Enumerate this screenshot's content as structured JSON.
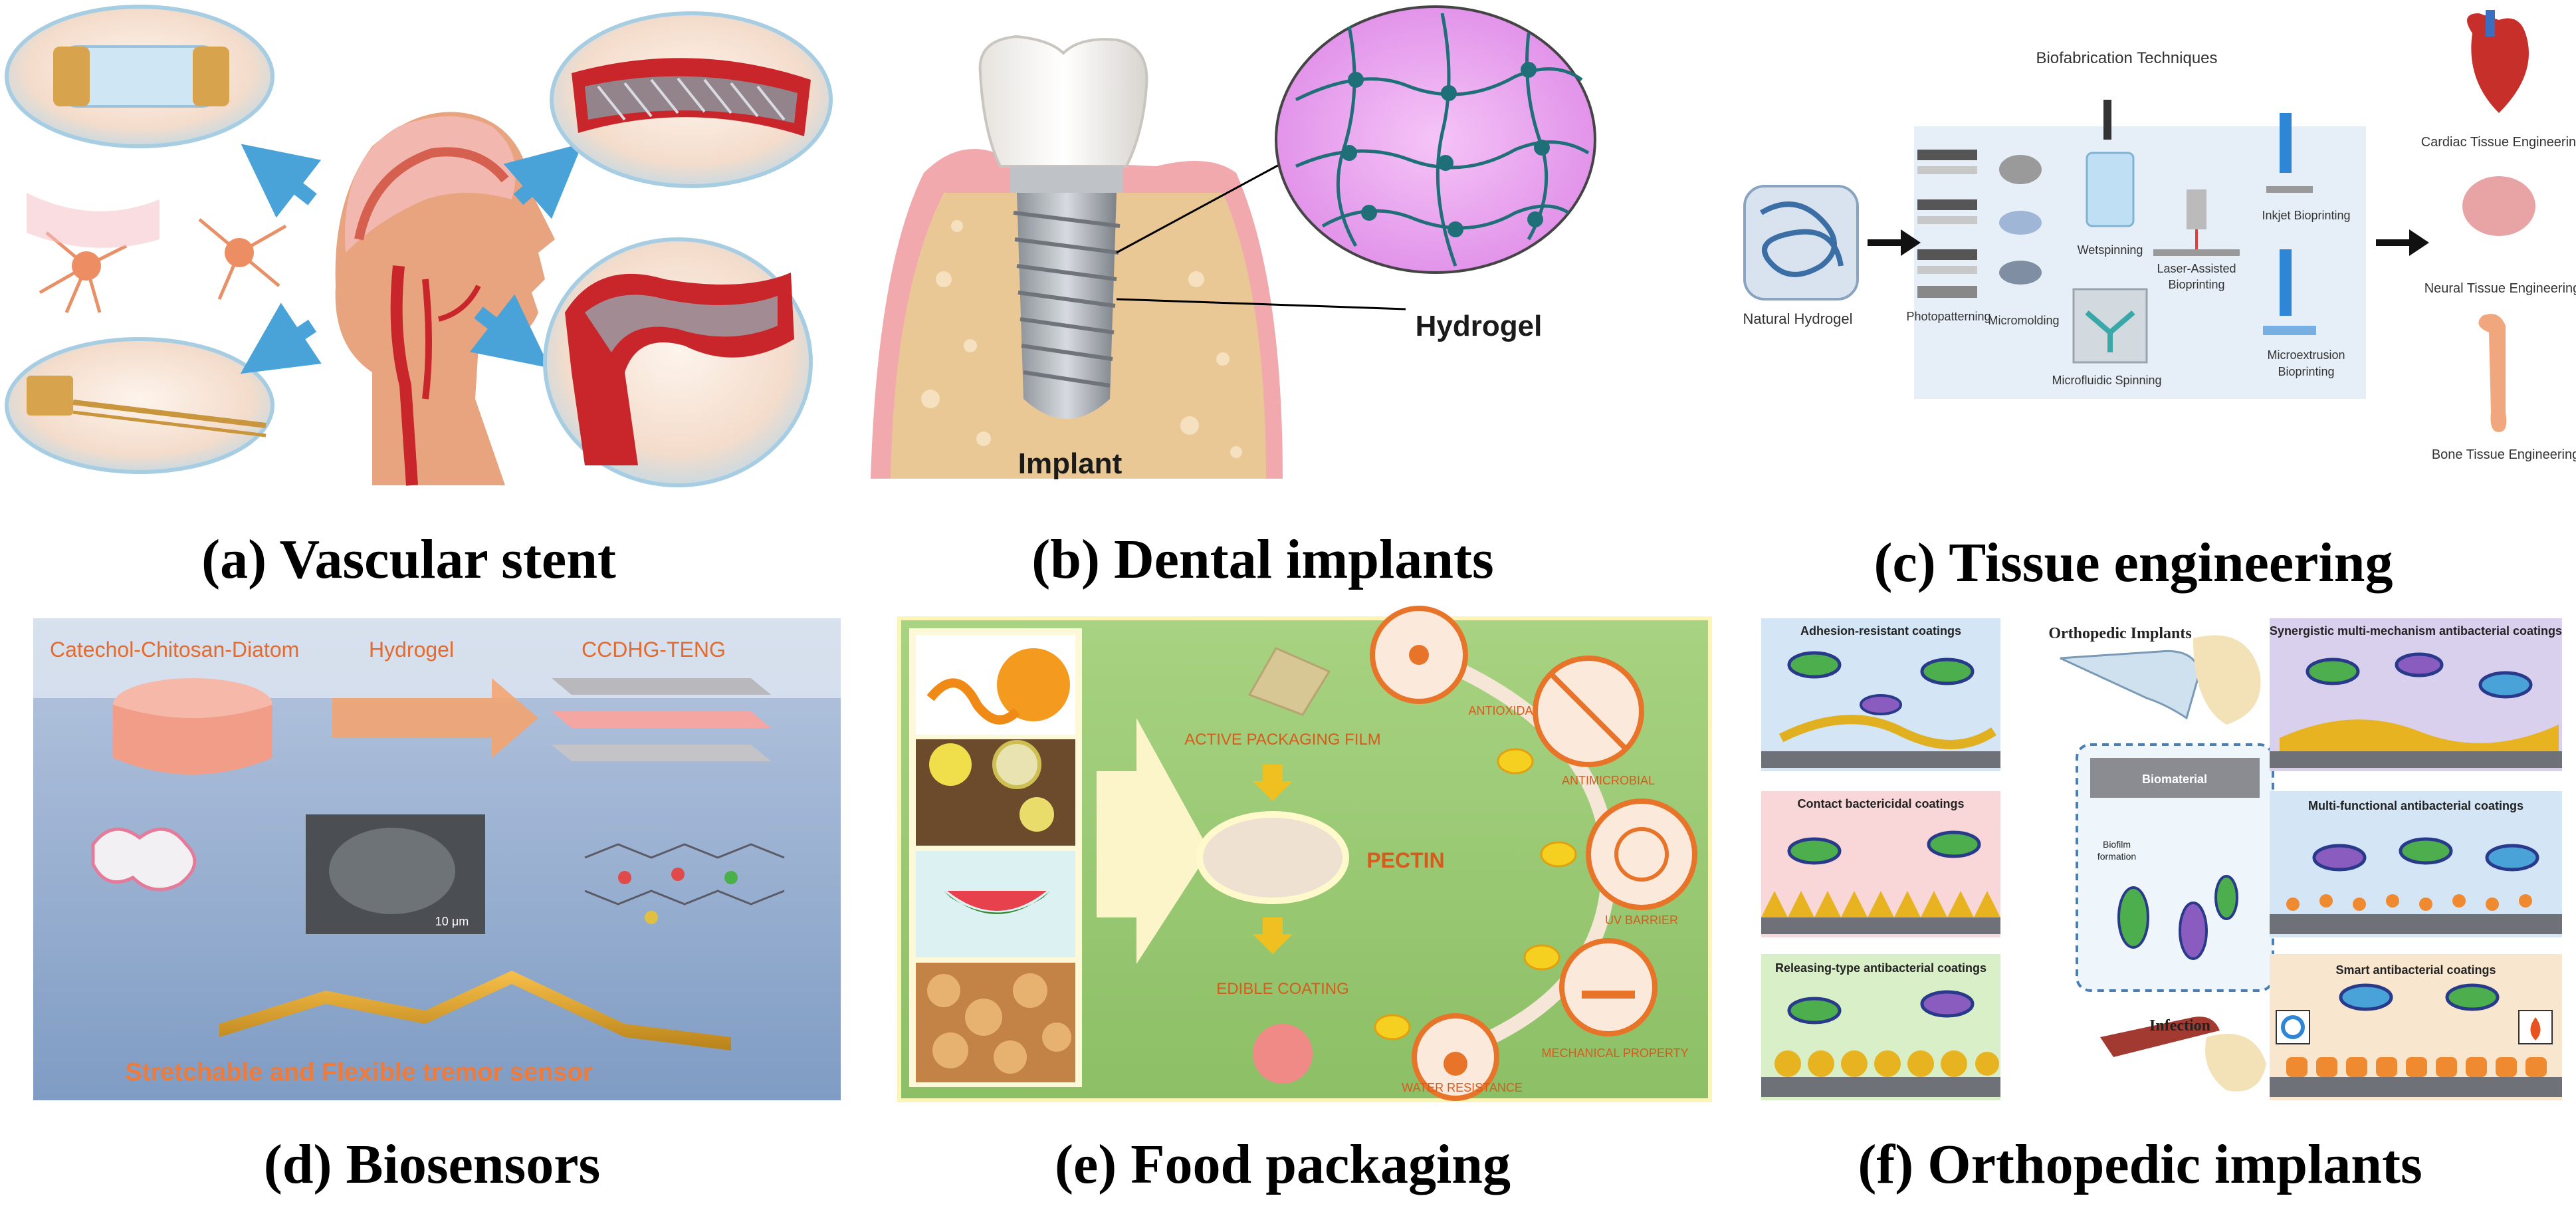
{
  "colors": {
    "vessel_red": "#c8262b",
    "skin": "#e8a37f",
    "bubble_blue": "#cfe3ee",
    "gum_pink": "#f1a9ad",
    "bone_tan": "#e9c896",
    "hydrogel_pink": "#e9a6ee",
    "hydrogel_node": "#1f6f78",
    "tissue_panel_bg": "#e6eef7",
    "biosensor_bg": "#a6b9d6",
    "sensor_orange": "#f07a38",
    "food_green": "#9ccb74",
    "food_text": "#d85b1e",
    "ortho_purple": "#d9d0ee",
    "ortho_green": "#d9efc8",
    "ortho_pink": "#f9d7d9",
    "ortho_blue": "#d4e6f5"
  },
  "panel_a": {
    "caption": "(a) Vascular stent"
  },
  "panel_b": {
    "caption": "(b) Dental implants",
    "label_hydrogel": "Hydrogel",
    "label_implant": "Implant"
  },
  "panel_c": {
    "caption": "(c) Tissue engineering",
    "title": "Biofabrication Techniques",
    "natural_hydrogel": "Natural Hydrogel",
    "photopatterning": "Photopatterning",
    "micromolding": "Micromolding",
    "wetspinning": "Wetspinning",
    "microfluidic": "Microfluidic Spinning",
    "laser1": "Laser-Assisted",
    "laser2": "Bioprinting",
    "inkjet": "Inkjet Bioprinting",
    "microext1": "Microextrusion",
    "microext2": "Bioprinting",
    "cardiac": "Cardiac Tissue Engineering",
    "neural": "Neural Tissue Engineering",
    "bone": "Bone Tissue Engineering"
  },
  "panel_d": {
    "caption": "(d) Biosensors",
    "label_left": "Catechol-Chitosan-Diatom",
    "label_hydrogel": "Hydrogel",
    "label_teng": "CCDHG-TENG",
    "scale": "10 μm",
    "bottom": "Stretchable and Flexible tremor sensor"
  },
  "panel_e": {
    "caption": "(e) Food packaging",
    "film": "ACTIVE PACKAGING FILM",
    "pectin": "PECTIN",
    "coating": "EDIBLE COATING",
    "antioxidant": "ANTIOXIDANT",
    "antimicrobial": "ANTIMICROBIAL",
    "uv": "UV BARRIER",
    "mech": "MECHANICAL PROPERTY",
    "water": "WATER RESISTANCE"
  },
  "panel_f": {
    "caption": "(f) Orthopedic implants",
    "adhesion": "Adhesion-resistant coatings",
    "contact": "Contact bactericidal coatings",
    "releasing": "Releasing-type antibacterial coatings",
    "ortho_title": "Orthopedic Implants",
    "biomaterial": "Biomaterial",
    "biofilm1": "Biofilm",
    "biofilm2": "formation",
    "infection": "Infection",
    "synergistic": "Synergistic multi-mechanism antibacterial  coatings",
    "multi": "Multi-functional antibacterial coatings",
    "smart": "Smart antibacterial coatings"
  }
}
